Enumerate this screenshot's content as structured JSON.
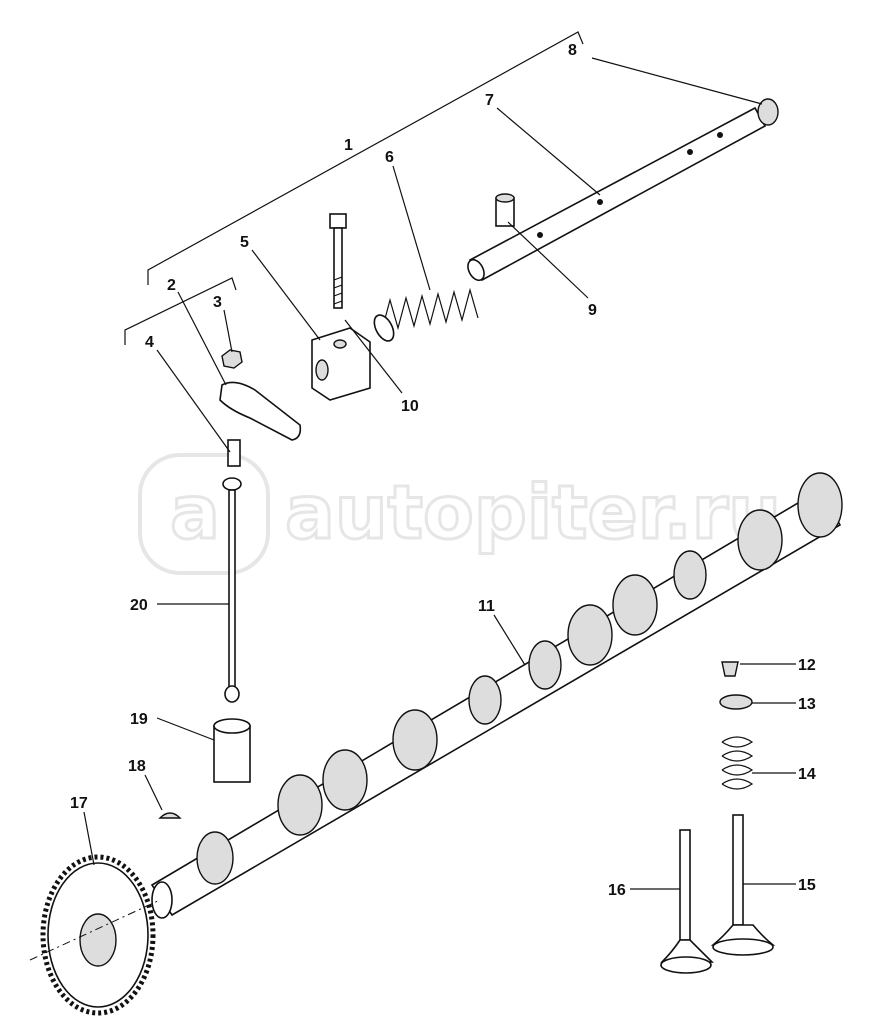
{
  "watermark": {
    "brand": "autopiter.ru",
    "logo_mark": "a"
  },
  "callouts": [
    "1",
    "2",
    "3",
    "4",
    "5",
    "6",
    "7",
    "8",
    "9",
    "10",
    "11",
    "12",
    "13",
    "14",
    "15",
    "16",
    "17",
    "18",
    "19",
    "20"
  ]
}
